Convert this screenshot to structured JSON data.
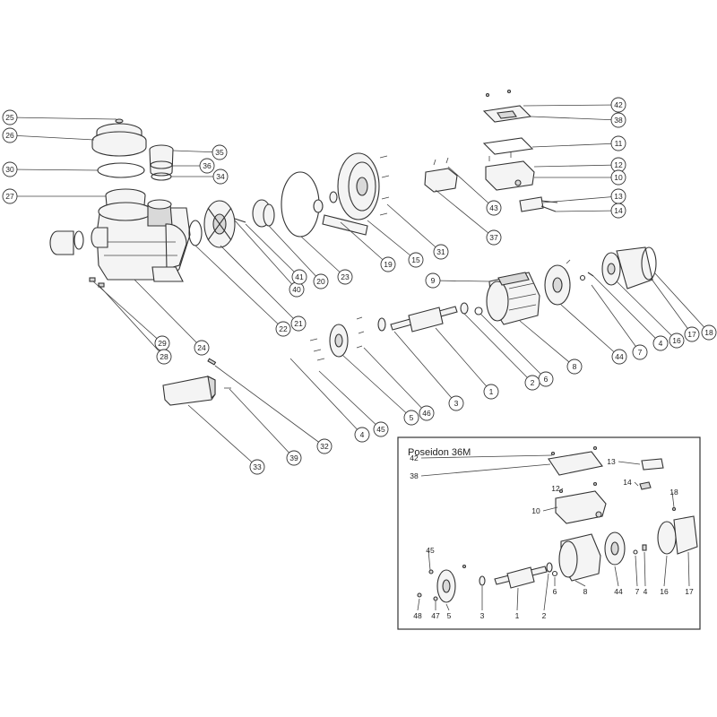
{
  "diagram": {
    "inset_title": "Poseidon 36M",
    "callouts": [
      {
        "label": "25"
      },
      {
        "label": "26"
      },
      {
        "label": "30"
      },
      {
        "label": "27"
      },
      {
        "label": "35"
      },
      {
        "label": "36"
      },
      {
        "label": "34"
      },
      {
        "label": "29"
      },
      {
        "label": "28"
      },
      {
        "label": "24"
      },
      {
        "label": "22"
      },
      {
        "label": "21"
      },
      {
        "label": "40"
      },
      {
        "label": "41"
      },
      {
        "label": "20"
      },
      {
        "label": "23"
      },
      {
        "label": "19"
      },
      {
        "label": "15"
      },
      {
        "label": "31"
      },
      {
        "label": "37"
      },
      {
        "label": "43"
      },
      {
        "label": "42"
      },
      {
        "label": "38"
      },
      {
        "label": "11"
      },
      {
        "label": "12"
      },
      {
        "label": "10"
      },
      {
        "label": "13"
      },
      {
        "label": "14"
      },
      {
        "label": "9"
      },
      {
        "label": "8"
      },
      {
        "label": "6"
      },
      {
        "label": "2"
      },
      {
        "label": "1"
      },
      {
        "label": "3"
      },
      {
        "label": "46"
      },
      {
        "label": "5"
      },
      {
        "label": "45"
      },
      {
        "label": "4"
      },
      {
        "label": "44"
      },
      {
        "label": "7"
      },
      {
        "label": "4"
      },
      {
        "label": "16"
      },
      {
        "label": "17"
      },
      {
        "label": "18"
      },
      {
        "label": "32"
      },
      {
        "label": "39"
      },
      {
        "label": "33"
      }
    ],
    "inset_labels": [
      {
        "label": "42"
      },
      {
        "label": "38"
      },
      {
        "label": "13"
      },
      {
        "label": "12"
      },
      {
        "label": "14"
      },
      {
        "label": "10"
      },
      {
        "label": "18"
      },
      {
        "label": "45"
      },
      {
        "label": "48"
      },
      {
        "label": "47"
      },
      {
        "label": "5"
      },
      {
        "label": "3"
      },
      {
        "label": "1"
      },
      {
        "label": "2"
      },
      {
        "label": "6"
      },
      {
        "label": "8"
      },
      {
        "label": "44"
      },
      {
        "label": "7"
      },
      {
        "label": "4"
      },
      {
        "label": "16"
      },
      {
        "label": "17"
      }
    ]
  }
}
